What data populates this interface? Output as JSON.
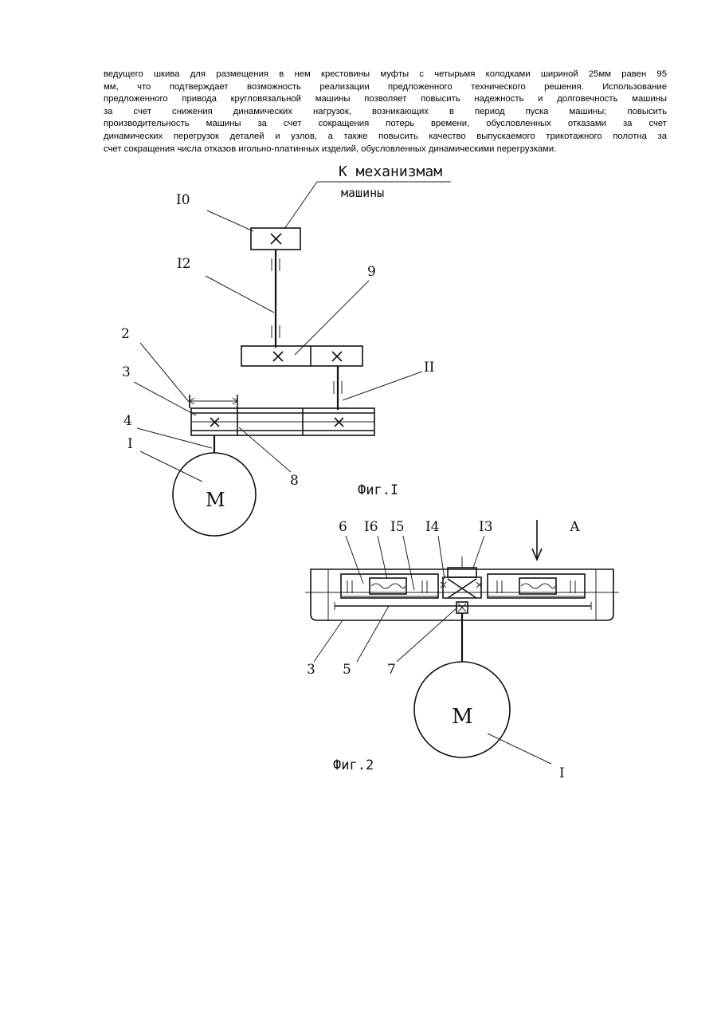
{
  "paragraph": {
    "lines": [
      "ведущего шкива для размещения в нем крестовины муфты с четырьмя колодками шириной 25мм равен 95",
      "мм, что подтверждает возможность реализации предложенного технического решения. Использование",
      "предложенного привода кругловязальной машины позволяет повысить надежность и долговечность машины",
      "за счет снижения динамических нагрузок, возникающих в период пуска машины; повысить",
      "производительность машины за счет сокращения потерь времени, обусловленных отказами за счет",
      "динамических перегрузок деталей и узлов, а также повысить качество выпускаемого трикотажного полотна за",
      "счет сокращения числа отказов игольно-платинных изделий, обусловленных динамическими перегрузками."
    ]
  },
  "fig1": {
    "caption": "Фиг.I",
    "header_line1": "К механизмам",
    "header_line2": "машины",
    "motor": "М",
    "labels": {
      "l10": "I0",
      "l12": "I2",
      "l9": "9",
      "l2": "2",
      "l3": "3",
      "l11": "II",
      "l4": "4",
      "l1": "I",
      "l8": "8"
    }
  },
  "fig2": {
    "caption": "Фиг.2",
    "motor": "М",
    "view": "А",
    "labels": {
      "l6": "6",
      "l16": "I6",
      "l15": "I5",
      "l14": "I4",
      "l13": "I3",
      "l3": "3",
      "l5": "5",
      "l7": "7",
      "l1": "I"
    }
  }
}
